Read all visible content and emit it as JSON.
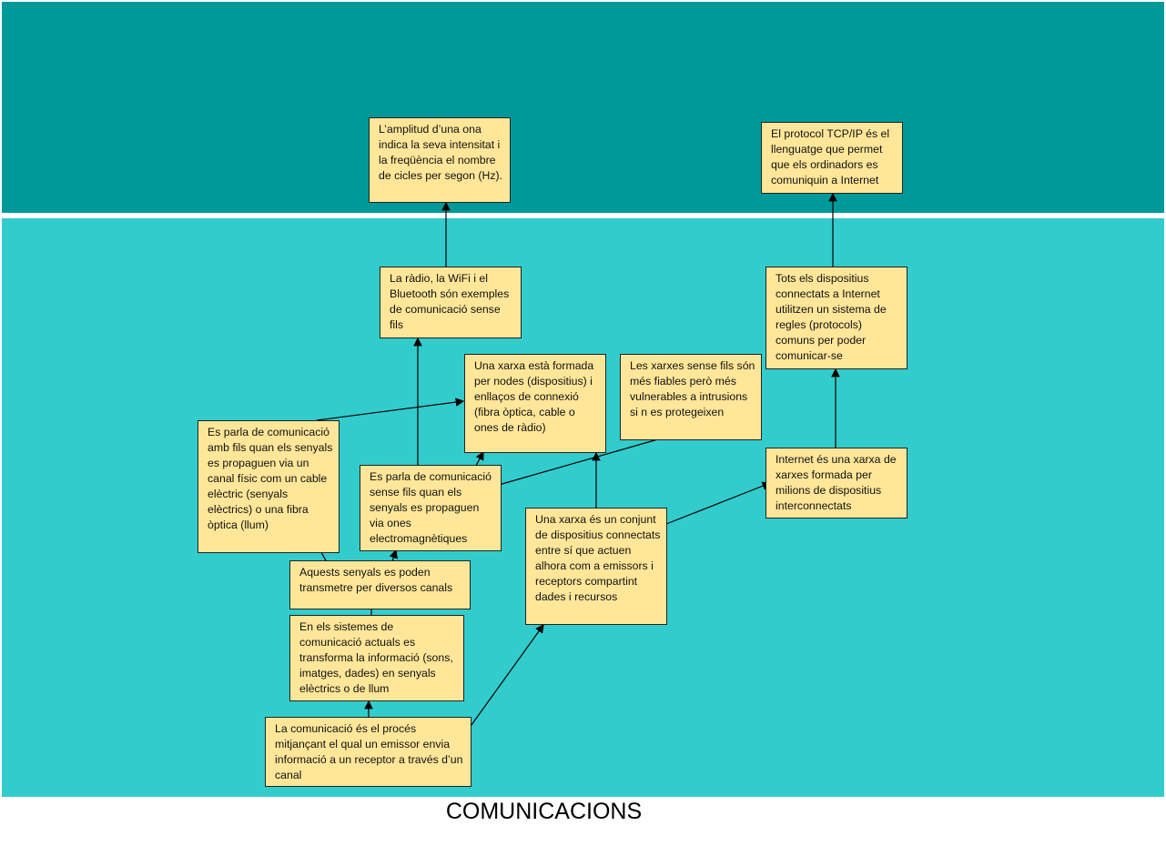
{
  "title": "COMUNICACIONS",
  "colors": {
    "top_band": "#009999",
    "bottom_band": "#33CCCC",
    "box": "#FFE699"
  },
  "boxes": {
    "amplitud": "L’amplitud d’una ona indica la seva intensitat i la freqüència el nombre de cicles per segon (Hz).",
    "tcpip": "El protocol TCP/IP és el llenguatge que permet que els ordinadors es comuniquin a Internet",
    "radio": "La ràdio, la WiFi i el Bluetooth són exemples de comunicació sense fils",
    "protocols": "Tots els dispositius connectats a Internet utilitzen un sistema de regles (protocols) comuns per poder comunicar-se",
    "xarxa_nodes": "Una xarxa està formada per nodes (dispositius) i enllaços de connexió (fibra òptica, cable o ones de ràdio)",
    "sense_fils_fiables": "Les xarxes sense fils són més fiables però més vulnerables a intrusions si n es protegeixen",
    "amb_fils": "Es parla de comunicació amb fils quan els senyals es propaguen via un canal físic com un cable elèctric (senyals elèctrics) o una fibra òptica (llum)",
    "sense_fils": "Es parla de comunicació sense fils quan els senyals es propaguen via ones electromagnètiques",
    "internet": "Internet és una xarxa de xarxes formada per milions de dispositius interconnectats",
    "xarxa_conjunt": "Una xarxa és un conjunt de dispositius connectats entre sí que actuen alhora com a emissors i receptors compartint dades i recursos",
    "canals": "Aquests senyals es poden transmetre per diversos canals",
    "sistemes": "En els sistemes de comunicació actuals es transforma la informació (sons, imatges, dades) en senyals elèctrics o de llum",
    "comunicacio": "La comunicació és el procés mitjançant el qual un emissor envia informació a un receptor a través d’un canal"
  }
}
